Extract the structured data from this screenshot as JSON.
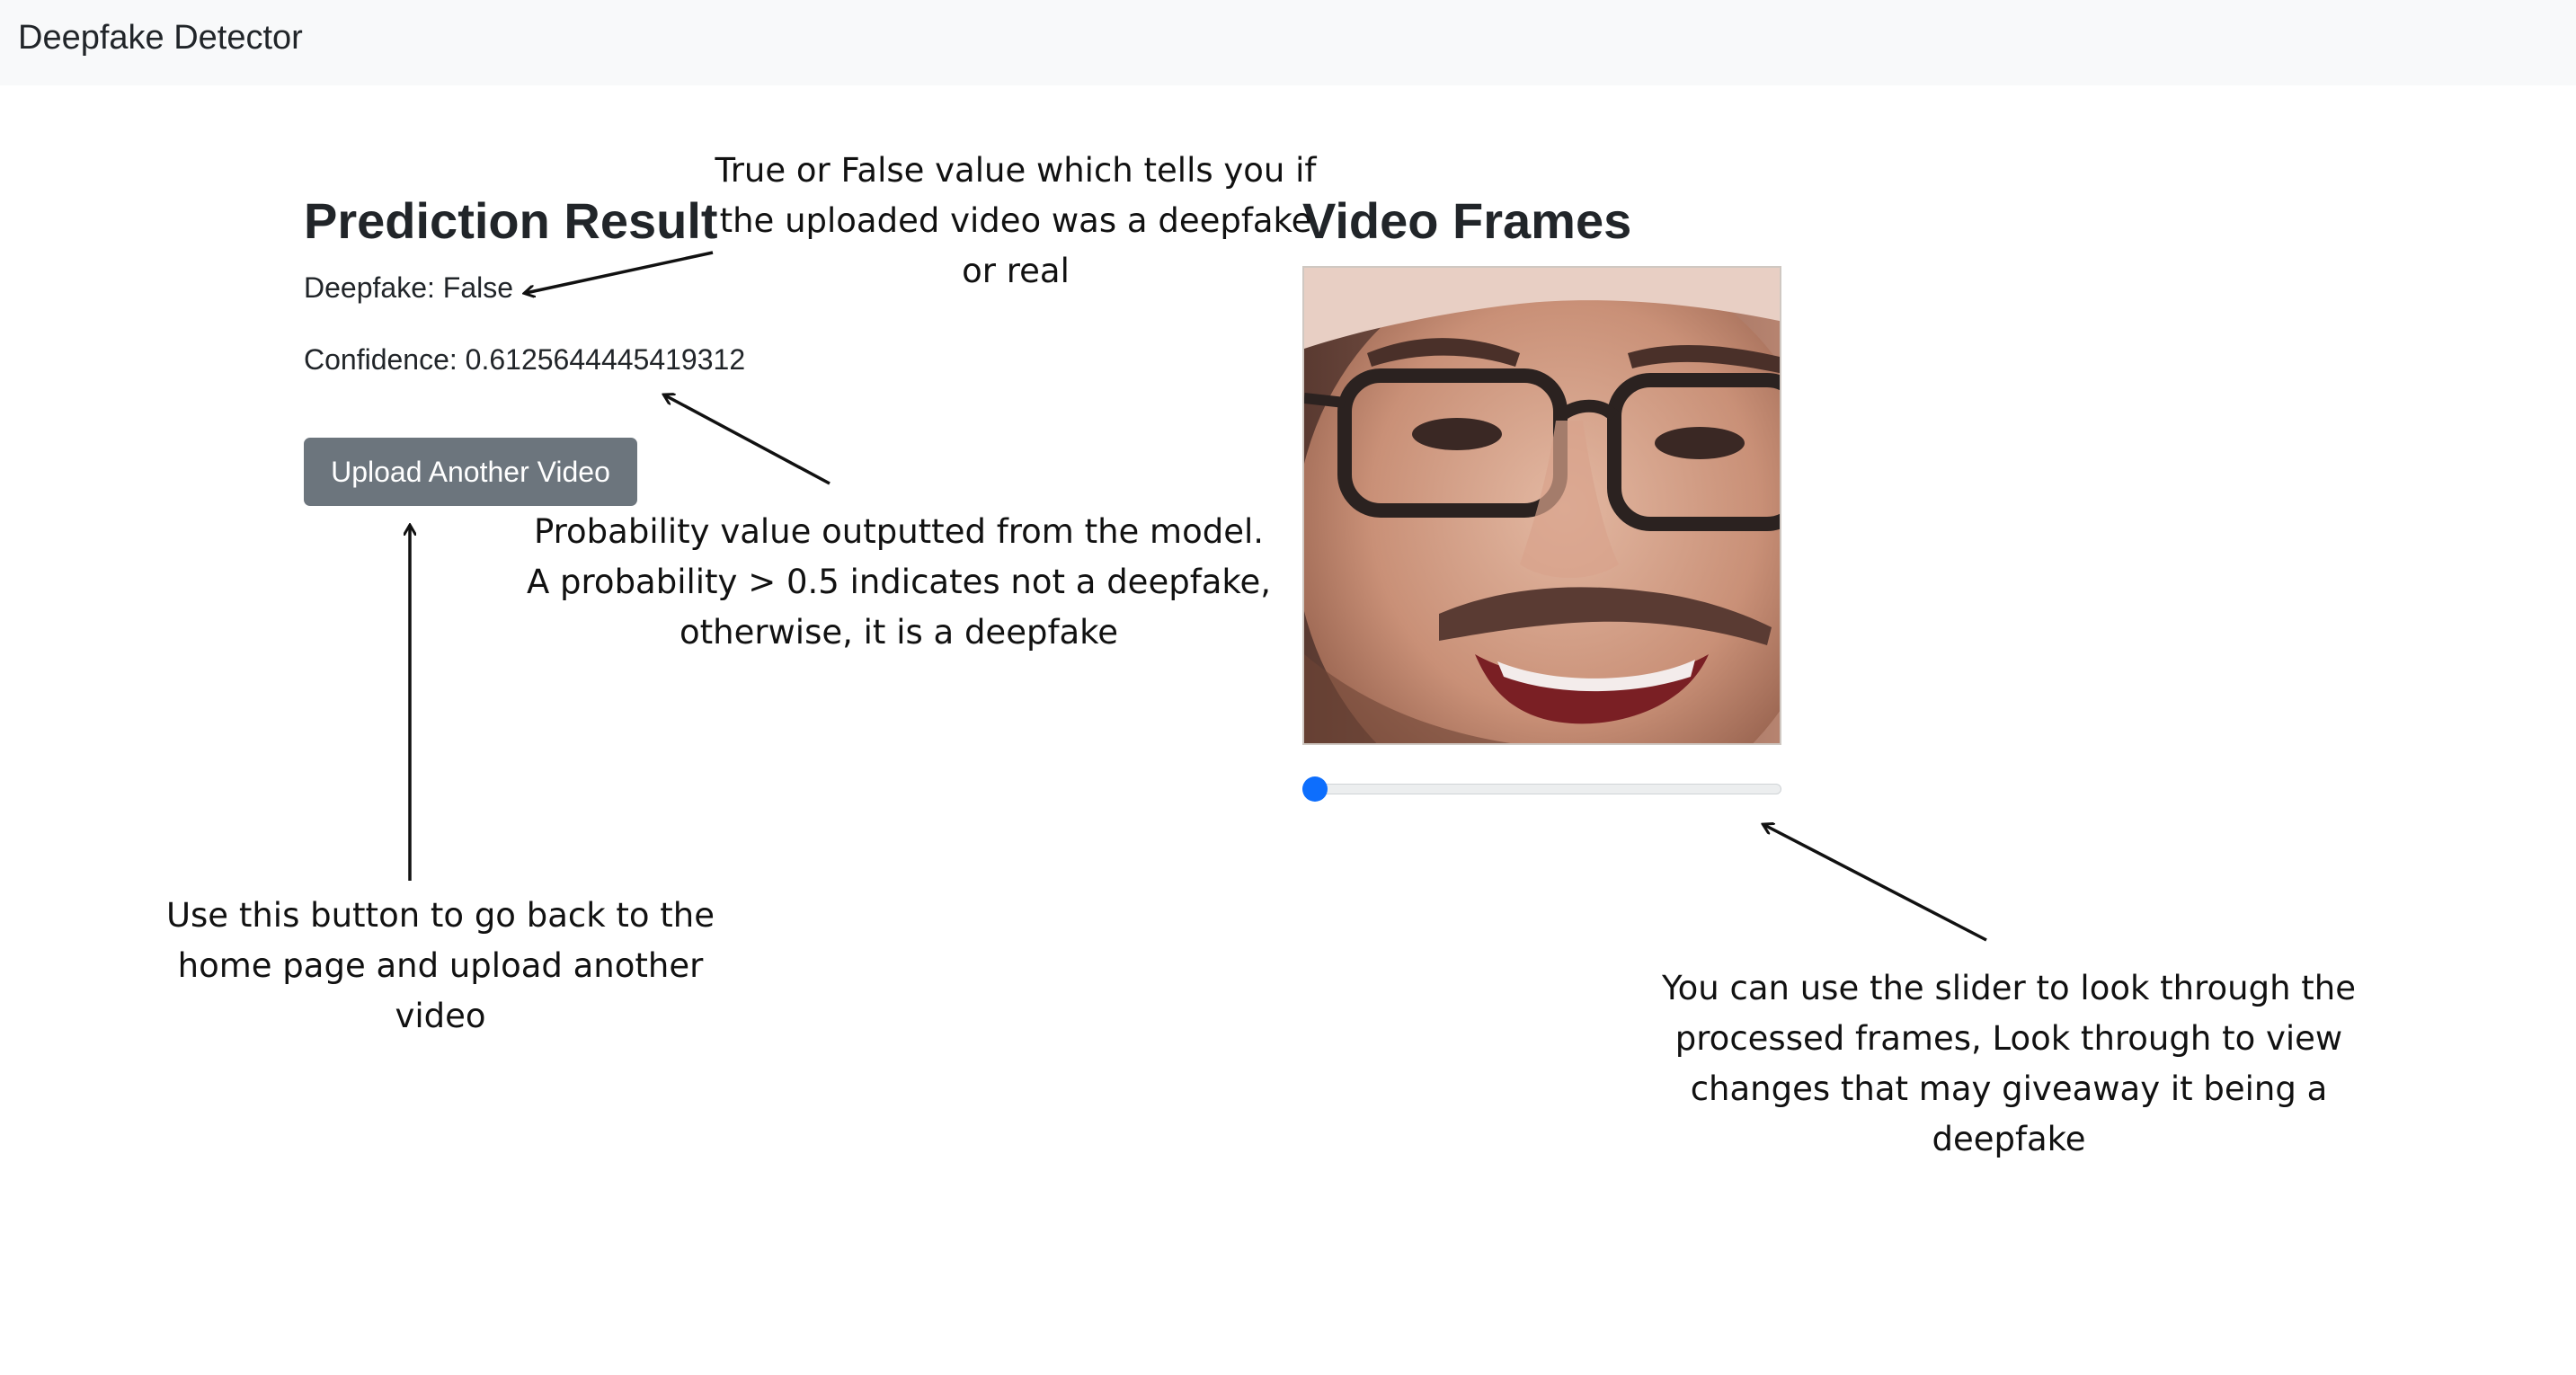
{
  "navbar": {
    "brand": "Deepfake Detector"
  },
  "prediction": {
    "heading": "Prediction Result",
    "deepfake_line": "Deepfake: False",
    "confidence_line": "Confidence: 0.6125644445419312",
    "button_label": "Upload Another Video"
  },
  "frames": {
    "heading": "Video Frames",
    "slider_value": 0
  },
  "annotations": {
    "true_false": "True or False value which tells you if the uploaded video was a deepfake or real",
    "probability": "Probability value outputted from the model. A probability > 0.5 indicates not a deepfake, otherwise, it is a deepfake",
    "button_help": "Use this button to go back to the home page and upload another video",
    "slider_help": "You can use the slider to look through the processed frames, Look through to view changes that may giveaway it being a deepfake"
  },
  "colors": {
    "navbar_bg": "#f8f9fa",
    "button_bg": "#6c757d",
    "slider_accent": "#0d6efd"
  },
  "icons": {
    "frame_image": "face-frame-image",
    "arrows": "annotation-arrow"
  }
}
